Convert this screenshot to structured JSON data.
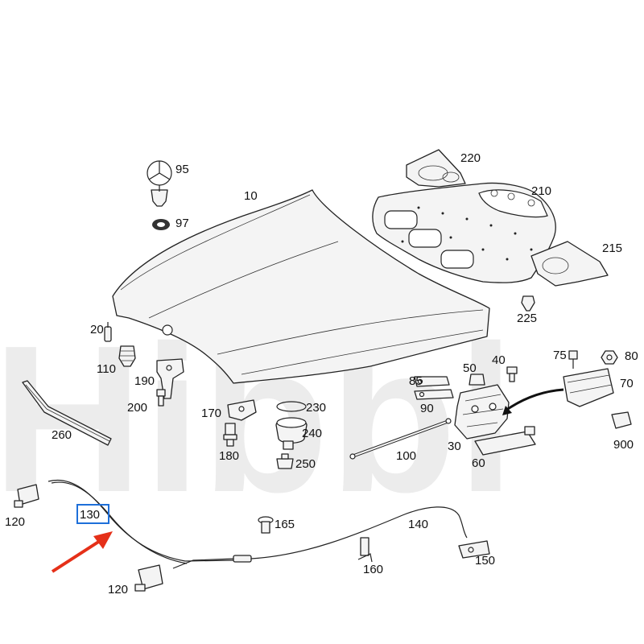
{
  "watermark": {
    "text": "Hibbl"
  },
  "highlight": {
    "color": "#1e6fd9",
    "arrow_color": "#e53019"
  },
  "labels": {
    "p95": "95",
    "p97": "97",
    "p10": "10",
    "p220": "220",
    "p210": "210",
    "p215": "215",
    "p225": "225",
    "p20": "20",
    "p110": "110",
    "p190": "190",
    "p200": "200",
    "p260": "260",
    "p170": "170",
    "p180": "180",
    "p230": "230",
    "p240": "240",
    "p250": "250",
    "p85": "85",
    "p90": "90",
    "p50": "50",
    "p40": "40",
    "p75": "75",
    "p80": "80",
    "p70": "70",
    "p100": "100",
    "p30": "30",
    "p60": "60",
    "p900": "900",
    "p120a": "120",
    "p130": "130",
    "p165": "165",
    "p140": "140",
    "p150": "150",
    "p160": "160",
    "p120b": "120"
  }
}
